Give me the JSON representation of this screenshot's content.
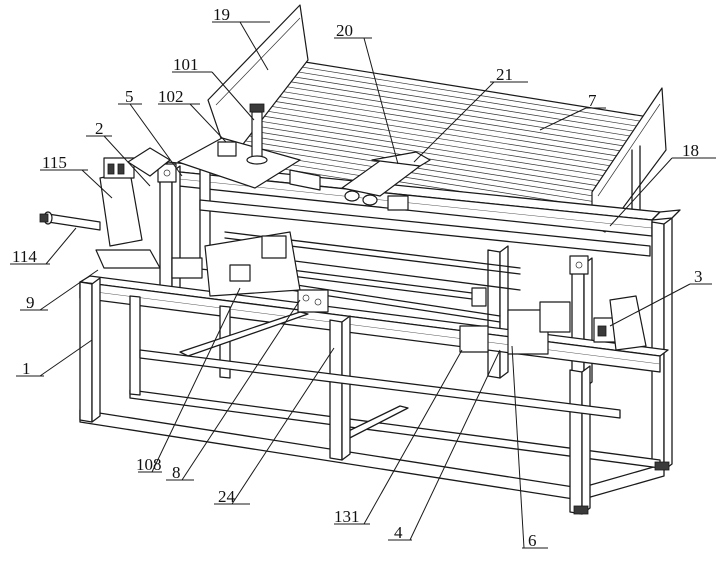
{
  "labels": [
    {
      "id": "19",
      "text": "19"
    },
    {
      "id": "101",
      "text": "101"
    },
    {
      "id": "5",
      "text": "5"
    },
    {
      "id": "102",
      "text": "102"
    },
    {
      "id": "2",
      "text": "2"
    },
    {
      "id": "115",
      "text": "115"
    },
    {
      "id": "114",
      "text": "114"
    },
    {
      "id": "9",
      "text": "9"
    },
    {
      "id": "1",
      "text": "1"
    },
    {
      "id": "20",
      "text": "20"
    },
    {
      "id": "21",
      "text": "21"
    },
    {
      "id": "7",
      "text": "7"
    },
    {
      "id": "18",
      "text": "18"
    },
    {
      "id": "3",
      "text": "3"
    },
    {
      "id": "108",
      "text": "108"
    },
    {
      "id": "8",
      "text": "8"
    },
    {
      "id": "24",
      "text": "24"
    },
    {
      "id": "131",
      "text": "131"
    },
    {
      "id": "4",
      "text": "4"
    },
    {
      "id": "6",
      "text": "6"
    }
  ]
}
